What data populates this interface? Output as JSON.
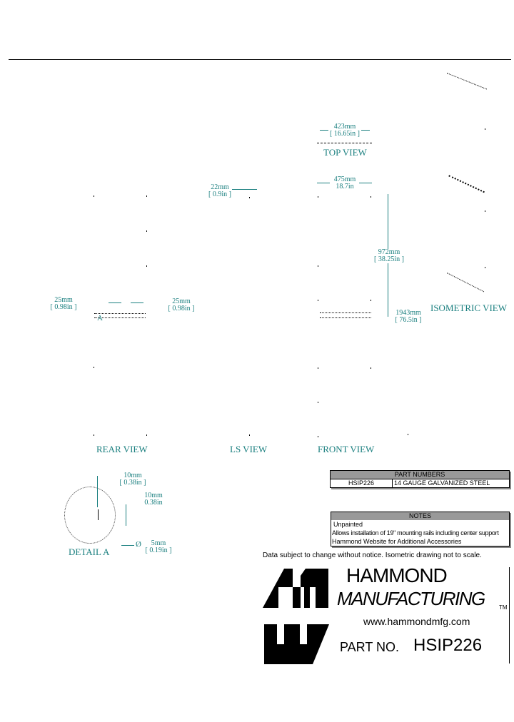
{
  "drawing": {
    "top_view": {
      "label": "TOP VIEW",
      "width_mm": "423mm",
      "width_in": "[ 16.65in ]"
    },
    "front_dims": {
      "width_mm": "475mm",
      "width_in": "18.7in",
      "height_mm": "972mm",
      "height_in": "[ 38.25in ]",
      "overall_mm": "1943mm",
      "overall_in": "[ 76.5in ]"
    },
    "ls_dims": {
      "depth_mm": "22mm",
      "depth_in": "[ 0.9in ]"
    },
    "rear_dims": {
      "left_mm": "25mm",
      "left_in": "[ 0.98in ]",
      "right_mm": "25mm",
      "right_in": "[ 0.98in ]",
      "detail_callout": "A"
    },
    "views": {
      "rear": "REAR VIEW",
      "ls": "LS VIEW",
      "front": "FRONT VIEW",
      "isometric": "ISOMETRIC VIEW"
    },
    "detail_a": {
      "label": "DETAIL A",
      "dim1_mm": "10mm",
      "dim1_in": "[ 0.38in ]",
      "dim2_mm": "10mm",
      "dim2_in": "0.38in",
      "hole_mm": "5mm",
      "hole_in": "[ 0.19in ]",
      "diameter_symbol": "Ø"
    }
  },
  "part_numbers": {
    "header": "PART NUMBERS",
    "rows": [
      {
        "part": "HSIP226",
        "description": "14 GAUGE GALVANIZED STEEL"
      }
    ]
  },
  "notes": {
    "header": "NOTES",
    "items": [
      "Unpainted",
      "Allows installation of 19\" mounting rails including center support",
      "Hammond Website for Additional Accessories"
    ]
  },
  "disclaimer": "Data subject to change without notice. Isometric drawing not to scale.",
  "title_block": {
    "company_line1": "HAMMOND",
    "company_line2": "MANUFACTURING",
    "tm": "TM",
    "website": "www.hammondmfg.com",
    "part_no_label": "PART NO.",
    "part_no": "HSIP226"
  },
  "colors": {
    "dimension": "#1a7f7f",
    "table_header": "#999999"
  }
}
